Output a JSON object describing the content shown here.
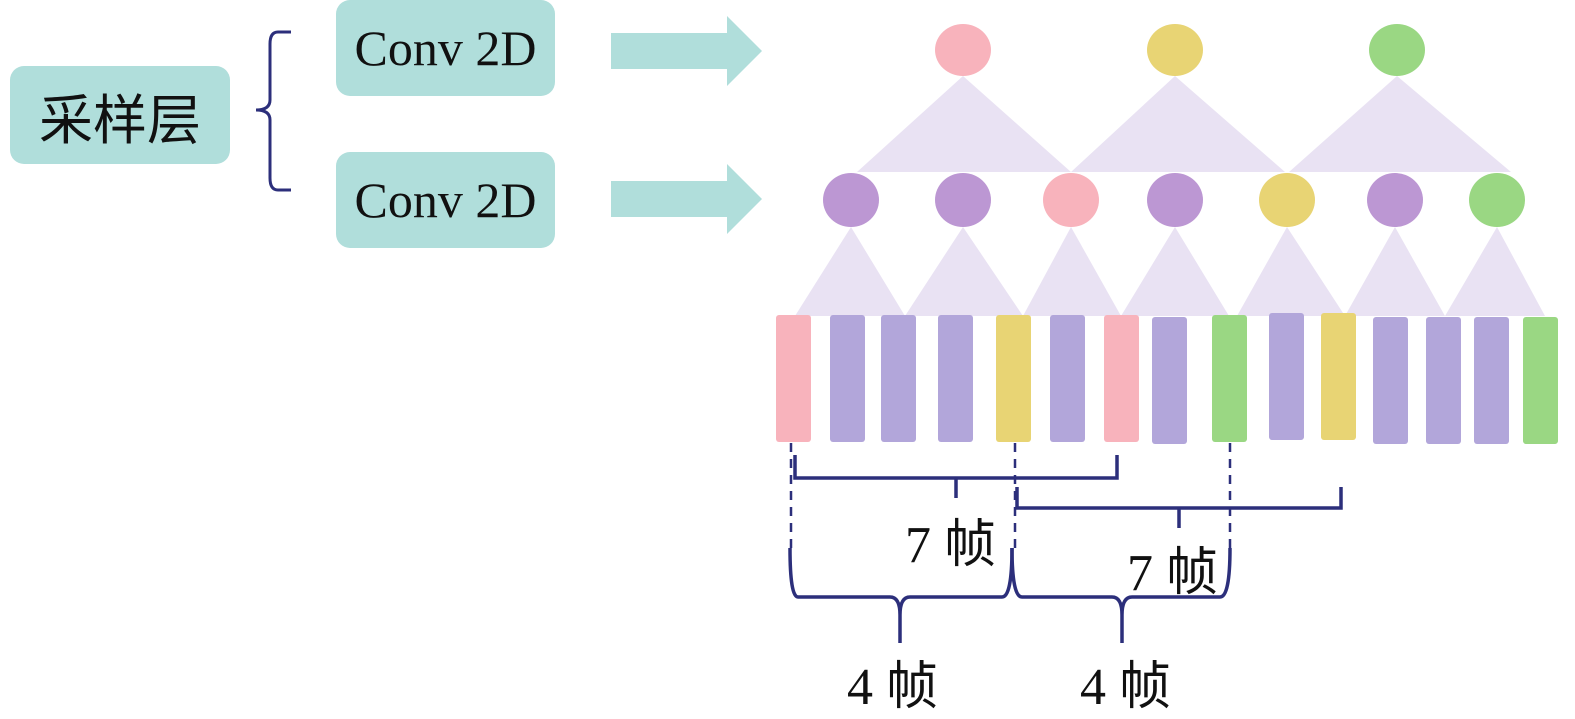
{
  "sampling_layer": {
    "label": "采样层"
  },
  "conv_layers": [
    {
      "label": "Conv 2D"
    },
    {
      "label": "Conv 2D"
    }
  ],
  "frame_labels": {
    "seven_a": "7 帧",
    "seven_b": "7 帧",
    "four_a": "4 帧",
    "four_b": "4 帧"
  },
  "colors": {
    "box": "#b0dedb",
    "pink": "#f8b3bc",
    "yellow": "#e8d474",
    "green": "#9ad783",
    "purple_node": "#bc97d3",
    "purple_bar": "#b2a6da",
    "triangle": "#e9e2f3",
    "bracket": "#2c2f7b"
  },
  "top_nodes": [
    "pink",
    "yellow",
    "green"
  ],
  "middle_nodes": [
    "purple",
    "purple",
    "pink",
    "purple",
    "yellow",
    "purple",
    "green"
  ],
  "frames": [
    "pink",
    "purple",
    "purple",
    "purple",
    "yellow",
    "purple",
    "pink",
    "purple",
    "green",
    "purple",
    "yellow",
    "purple",
    "purple",
    "purple",
    "green"
  ]
}
